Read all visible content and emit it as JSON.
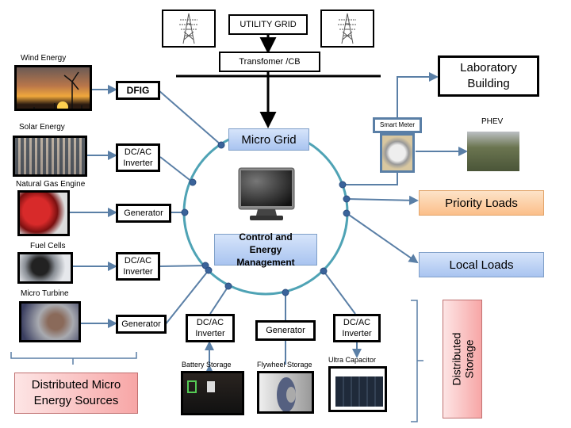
{
  "utility": {
    "grid_label": "UTILITY GRID",
    "transformer_label": "Transfomer /CB"
  },
  "building": {
    "label": "Laboratory Building"
  },
  "microgrid": {
    "title": "Micro Grid",
    "control_label": "Control and Energy Management"
  },
  "sources": {
    "wind": {
      "label": "Wind Energy",
      "converter": "DFIG"
    },
    "solar": {
      "label": "Solar Energy",
      "converter": "DC/AC Inverter"
    },
    "natural_gas": {
      "label": "Natural Gas Engine",
      "converter": "Generator"
    },
    "fuel_cells": {
      "label": "Fuel Cells",
      "converter": "DC/AC Inverter"
    },
    "micro_turbine": {
      "label": "Micro Turbine",
      "converter": "Generator"
    },
    "group_label": "Distributed Micro Energy Sources"
  },
  "storage": {
    "battery": {
      "label": "Battery Storage",
      "converter": "DC/AC Inverter"
    },
    "flywheel": {
      "label": "Flywheel Storage",
      "converter": "Generator"
    },
    "ultracap": {
      "label": "Ultra Capacitor",
      "converter": "DC/AC Inverter"
    },
    "group_label": "Distributed Storage"
  },
  "loads": {
    "smart_meter": "Smart Meter",
    "phev": "PHEV",
    "priority": "Priority Loads",
    "local": "Local Loads"
  },
  "colors": {
    "ring": "#4fa3b5",
    "wire": "#5a7fa6",
    "node": "#3a639a",
    "blue_box": "#b9d0f4",
    "orange_box": "#fcd0a6",
    "pink_box": "#f9c2c2"
  }
}
